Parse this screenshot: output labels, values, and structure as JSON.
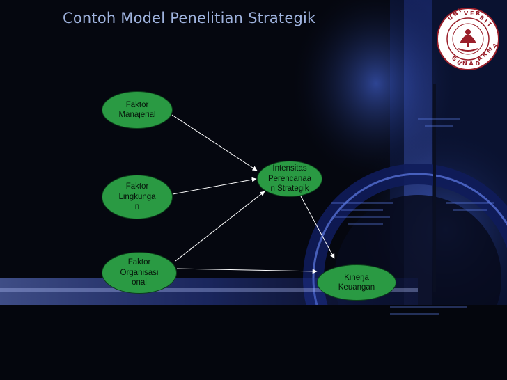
{
  "slide": {
    "title": "Contoh Model Penelitian Strategik"
  },
  "logo": {
    "text_top": "UNIVERSITAS",
    "text_bottom": "GUNADARMA"
  },
  "diagram": {
    "nodes": [
      {
        "id": "manajerial",
        "label": "Faktor\nManajerial"
      },
      {
        "id": "lingkungan",
        "label": "Faktor\nLingkunga\nn"
      },
      {
        "id": "organisasi",
        "label": "Faktor\nOrganisasi\nonal"
      },
      {
        "id": "intensitas",
        "label": "Intensitas\nPerencanaa\nn Strategik"
      },
      {
        "id": "kinerja",
        "label": "Kinerja\nKeuangan"
      }
    ],
    "edges": [
      {
        "from": "Faktor Manajerial",
        "to": "Intensitas Perencanaan Strategik"
      },
      {
        "from": "Faktor Lingkungan",
        "to": "Intensitas Perencanaan Strategik"
      },
      {
        "from": "Faktor Organisasional",
        "to": "Intensitas Perencanaan Strategik"
      },
      {
        "from": "Faktor Organisasional",
        "to": "Kinerja Keuangan"
      },
      {
        "from": "Intensitas Perencanaan Strategik",
        "to": "Kinerja Keuangan"
      }
    ]
  },
  "colors": {
    "background": "#05070f",
    "title": "#9fb3de",
    "node_fill": "#2a9a43",
    "arrow": "#ffffff",
    "glow": "#3a63ff",
    "logo_red": "#9a1f2a"
  }
}
